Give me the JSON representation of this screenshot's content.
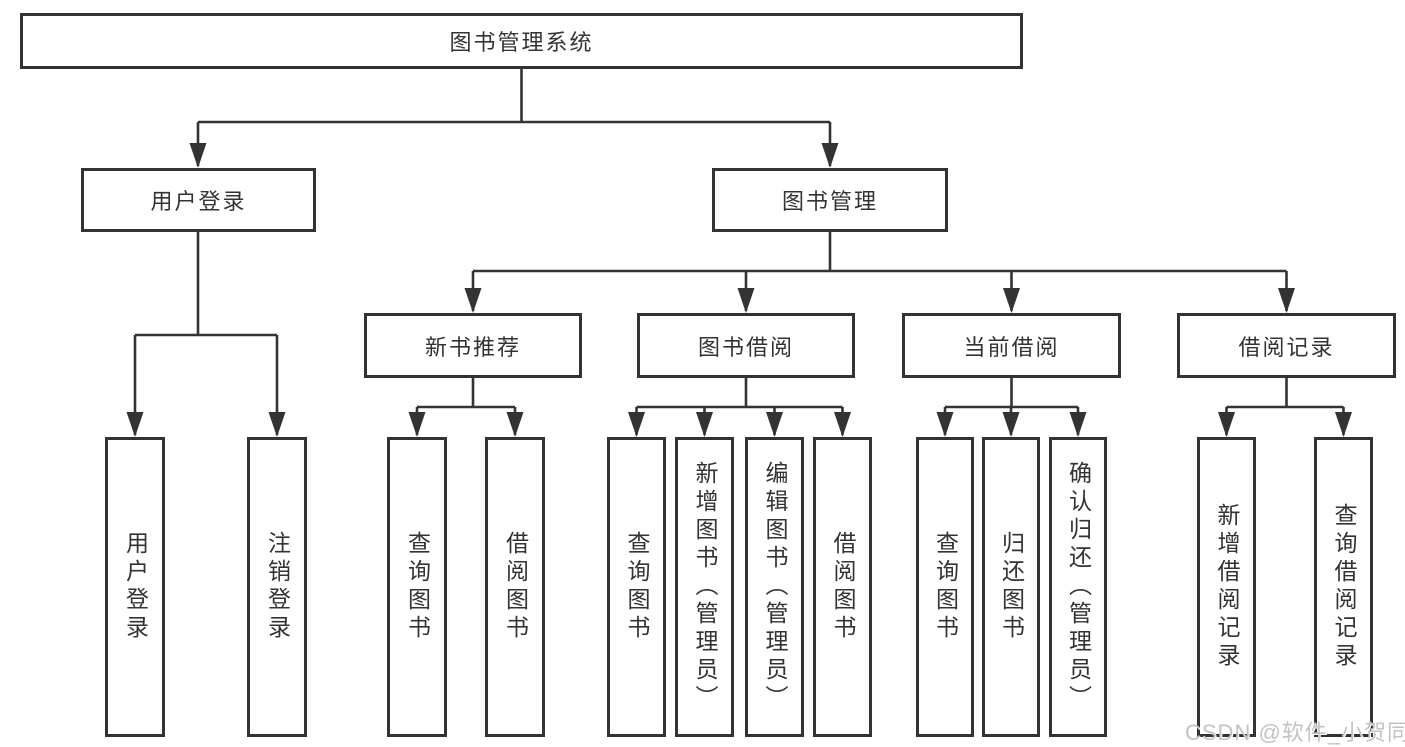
{
  "diagram": {
    "root": {
      "label": "图书管理系统"
    },
    "level2": [
      {
        "id": "user-login",
        "label": "用户登录"
      },
      {
        "id": "book-management",
        "label": "图书管理"
      }
    ],
    "level3": [
      {
        "id": "new-book-recommendation",
        "label": "新书推荐"
      },
      {
        "id": "book-borrowing",
        "label": "图书借阅"
      },
      {
        "id": "current-borrowing",
        "label": "当前借阅"
      },
      {
        "id": "borrowing-records",
        "label": "借阅记录"
      }
    ],
    "leaves": [
      {
        "id": "user-login",
        "label": "用户登录"
      },
      {
        "id": "logout",
        "label": "注销登录"
      },
      {
        "id": "query-books-recommend",
        "label": "查询图书"
      },
      {
        "id": "borrow-books-recommend",
        "label": "借阅图书"
      },
      {
        "id": "query-books-borrowing",
        "label": "查询图书"
      },
      {
        "id": "add-book-admin",
        "label": "新增图书（管理员）"
      },
      {
        "id": "edit-book-admin",
        "label": "编辑图书（管理员）"
      },
      {
        "id": "borrow-books-borrowing",
        "label": "借阅图书"
      },
      {
        "id": "query-books-current",
        "label": "查询图书"
      },
      {
        "id": "return-book",
        "label": "归还图书"
      },
      {
        "id": "confirm-return-admin",
        "label": "确认归还（管理员）"
      },
      {
        "id": "add-borrow-record",
        "label": "新增借阅记录"
      },
      {
        "id": "query-borrow-record",
        "label": "查询借阅记录"
      }
    ]
  },
  "watermark": {
    "text": "CSDN @软件_小贺同学"
  },
  "colors": {
    "line": "#333333",
    "box_background": "#ffffff",
    "text": "#333333",
    "watermark_text": "#c3c3c3"
  }
}
